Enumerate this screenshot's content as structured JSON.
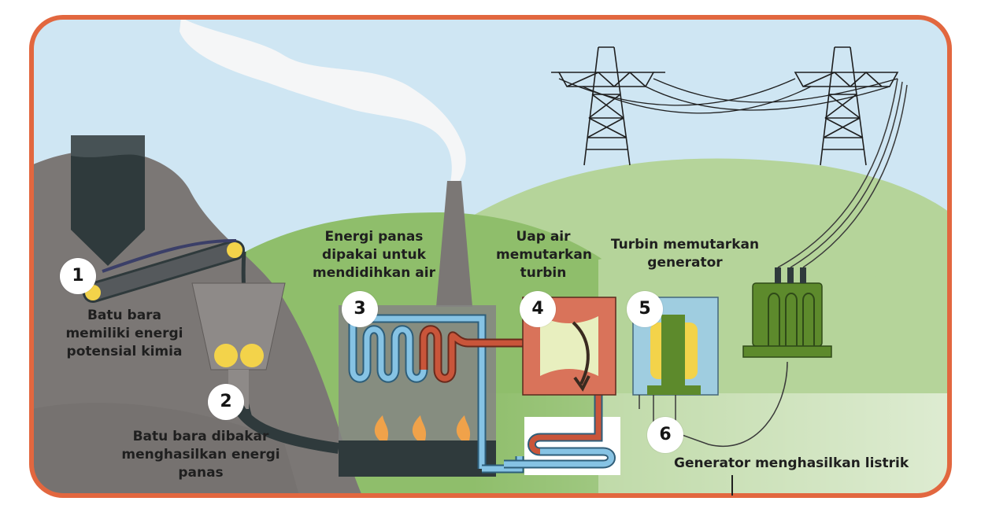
{
  "colors": {
    "frame": "#e2673f",
    "sky": "#cfe6f3",
    "hill_green": "#b5d49a",
    "hill_dark_green": "#8fbe6b",
    "mound_gray": "#7b7775",
    "hot_pipe": "#c9553a",
    "cold_pipe": "#86c3e4",
    "coal": "#2f3a3c",
    "yellow": "#f3d34a",
    "turbine_box": "#d9735a",
    "generator_box": "#9fcde0",
    "transformer": "#5d8a2c"
  },
  "steps": [
    {
      "number": "1",
      "label": "Batu bara\nmemiliki energi\npotensial kimia"
    },
    {
      "number": "2",
      "label": "Batu bara dibakar\nmenghasilkan energi\npanas"
    },
    {
      "number": "3",
      "label": "Energi panas\ndipakai untuk\nmendidihkan air"
    },
    {
      "number": "4",
      "label": "Uap air\nmemutarkan\nturbin"
    },
    {
      "number": "5",
      "label": "Turbin memutarkan\ngenerator"
    },
    {
      "number": "6",
      "label": "Generator menghasilkan listrik"
    }
  ],
  "icons": {
    "flame": "flame-icon",
    "arrow": "rotation-arrow-icon",
    "tower": "transmission-tower-icon"
  }
}
